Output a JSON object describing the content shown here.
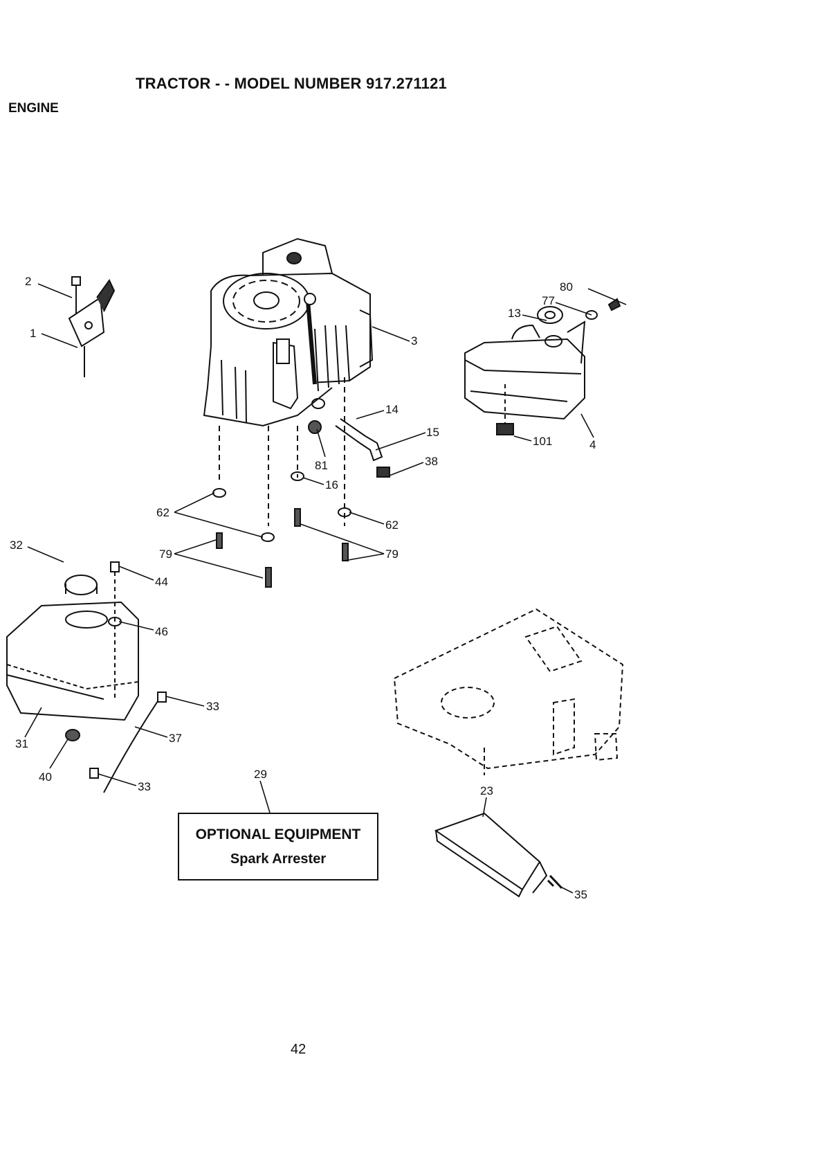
{
  "header": {
    "title": "TRACTOR - - MODEL NUMBER 917.271121",
    "section": "ENGINE"
  },
  "optional_box": {
    "heading": "OPTIONAL EQUIPMENT",
    "item": "Spark Arrester"
  },
  "page_number": "42",
  "callouts": [
    "2",
    "1",
    "3",
    "80",
    "77",
    "13",
    "14",
    "15",
    "101",
    "4",
    "81",
    "38",
    "16",
    "62",
    "62",
    "79",
    "79",
    "32",
    "44",
    "46",
    "33",
    "37",
    "31",
    "40",
    "33",
    "29",
    "23",
    "35"
  ]
}
